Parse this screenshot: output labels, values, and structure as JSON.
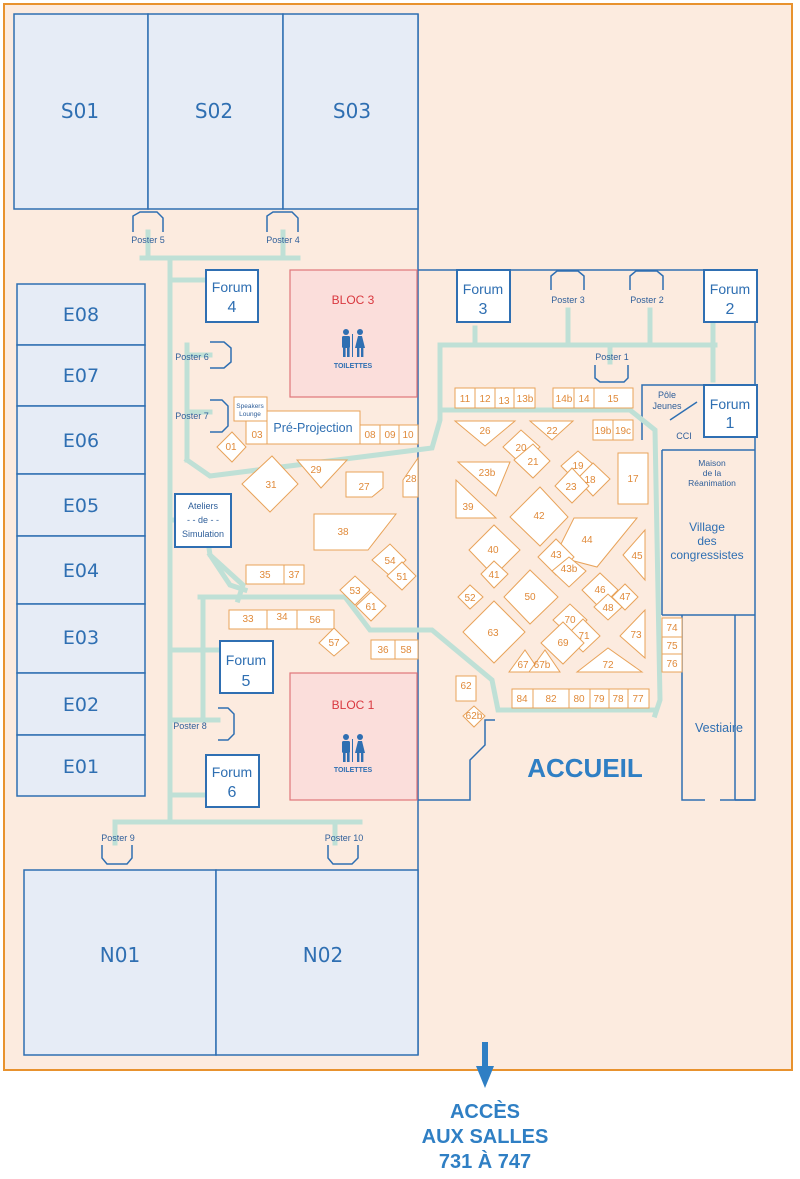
{
  "rooms_top": [
    "S01",
    "S02",
    "S03"
  ],
  "rooms_east": [
    "E08",
    "E07",
    "E06",
    "E05",
    "E04",
    "E03",
    "E02",
    "E01"
  ],
  "rooms_bottom": [
    "N01",
    "N02"
  ],
  "forums": {
    "f1": {
      "word": "Forum",
      "num": "1"
    },
    "f2": {
      "word": "Forum",
      "num": "2"
    },
    "f3": {
      "word": "Forum",
      "num": "3"
    },
    "f4": {
      "word": "Forum",
      "num": "4"
    },
    "f5": {
      "word": "Forum",
      "num": "5"
    },
    "f6": {
      "word": "Forum",
      "num": "6"
    }
  },
  "posters": {
    "p1": "Poster 1",
    "p2": "Poster 2",
    "p3": "Poster 3",
    "p4": "Poster 4",
    "p5": "Poster 5",
    "p6": "Poster 6",
    "p7": "Poster 7",
    "p8": "Poster 8",
    "p9": "Poster 9",
    "p10": "Poster 10"
  },
  "bloc3": {
    "title": "BLOC 3",
    "sub": "TOILETTES"
  },
  "bloc1": {
    "title": "BLOC 1",
    "sub": "TOILETTES"
  },
  "labels": {
    "speakers_1": "Speakers",
    "speakers_2": "Lounge",
    "pre_projection": "Pré-Projection",
    "ateliers_1": "Ateliers",
    "ateliers_2": "- - de - -",
    "ateliers_3": "Simulation",
    "pole_1": "Pôle",
    "pole_2": "Jeunes",
    "cci": "CCI",
    "maison_1": "Maison",
    "maison_2": "de la",
    "maison_3": "Réanimation",
    "village_1": "Village",
    "village_2": "des",
    "village_3": "congressistes",
    "vestiaire": "Vestiaire",
    "accueil": "ACCUEIL",
    "acces_1": "ACCÈS",
    "acces_2": "AUX SALLES",
    "acces_3": "731 À 747"
  },
  "booths": {
    "b01": "01",
    "b03": "03",
    "b08": "08",
    "b09": "09",
    "b10": "10",
    "b11": "11",
    "b12": "12",
    "b13": "13",
    "b13b": "13b",
    "b14b": "14b",
    "b14": "14",
    "b15": "15",
    "b19b": "19b",
    "b19c": "19c",
    "b26": "26",
    "b22": "22",
    "b20": "20",
    "b21": "21",
    "b19": "19",
    "b23": "23",
    "b18": "18",
    "b17": "17",
    "b23b": "23b",
    "b39": "39",
    "b42": "42",
    "b44": "44",
    "b43": "43",
    "b43b": "43b",
    "b45": "45",
    "b40": "40",
    "b41": "41",
    "b52": "52",
    "b50": "50",
    "b46": "46",
    "b47": "47",
    "b48": "48",
    "b63": "63",
    "b70": "70",
    "b69": "69",
    "b71": "71",
    "b73": "73",
    "b67": "67",
    "b67b": "67b",
    "b72": "72",
    "b62": "62",
    "b62b": "62b",
    "b84": "84",
    "b82": "82",
    "b80": "80",
    "b79": "79",
    "b78": "78",
    "b77": "77",
    "b74": "74",
    "b75": "75",
    "b76": "76",
    "b31": "31",
    "b29": "29",
    "b27": "27",
    "b28": "28",
    "b38": "38",
    "b54": "54",
    "b51": "51",
    "b35": "35",
    "b37": "37",
    "b53": "53",
    "b61": "61",
    "b33": "33",
    "b34": "34",
    "b56": "56",
    "b57": "57",
    "b36": "36",
    "b58": "58"
  },
  "colors": {
    "floor": "#fcebdf",
    "room_fill": "#e6ecf6",
    "room_stroke": "#2f6fb2",
    "corridor": "#bfe0d6",
    "booth_stroke": "#e8a35a",
    "border": "#e8922e",
    "bloc_fill": "#fbdedb",
    "bloc_stroke": "#e0767a",
    "accent": "#2f7fc4"
  }
}
